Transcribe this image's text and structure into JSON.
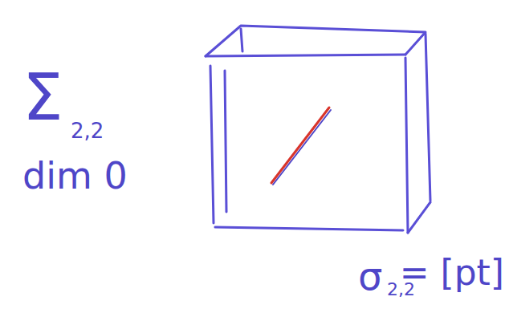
{
  "diagram": {
    "labels": [
      "Σ",
      "2,2",
      "dim 0",
      "σ",
      "2,2",
      "= [pt]"
    ]
  }
}
